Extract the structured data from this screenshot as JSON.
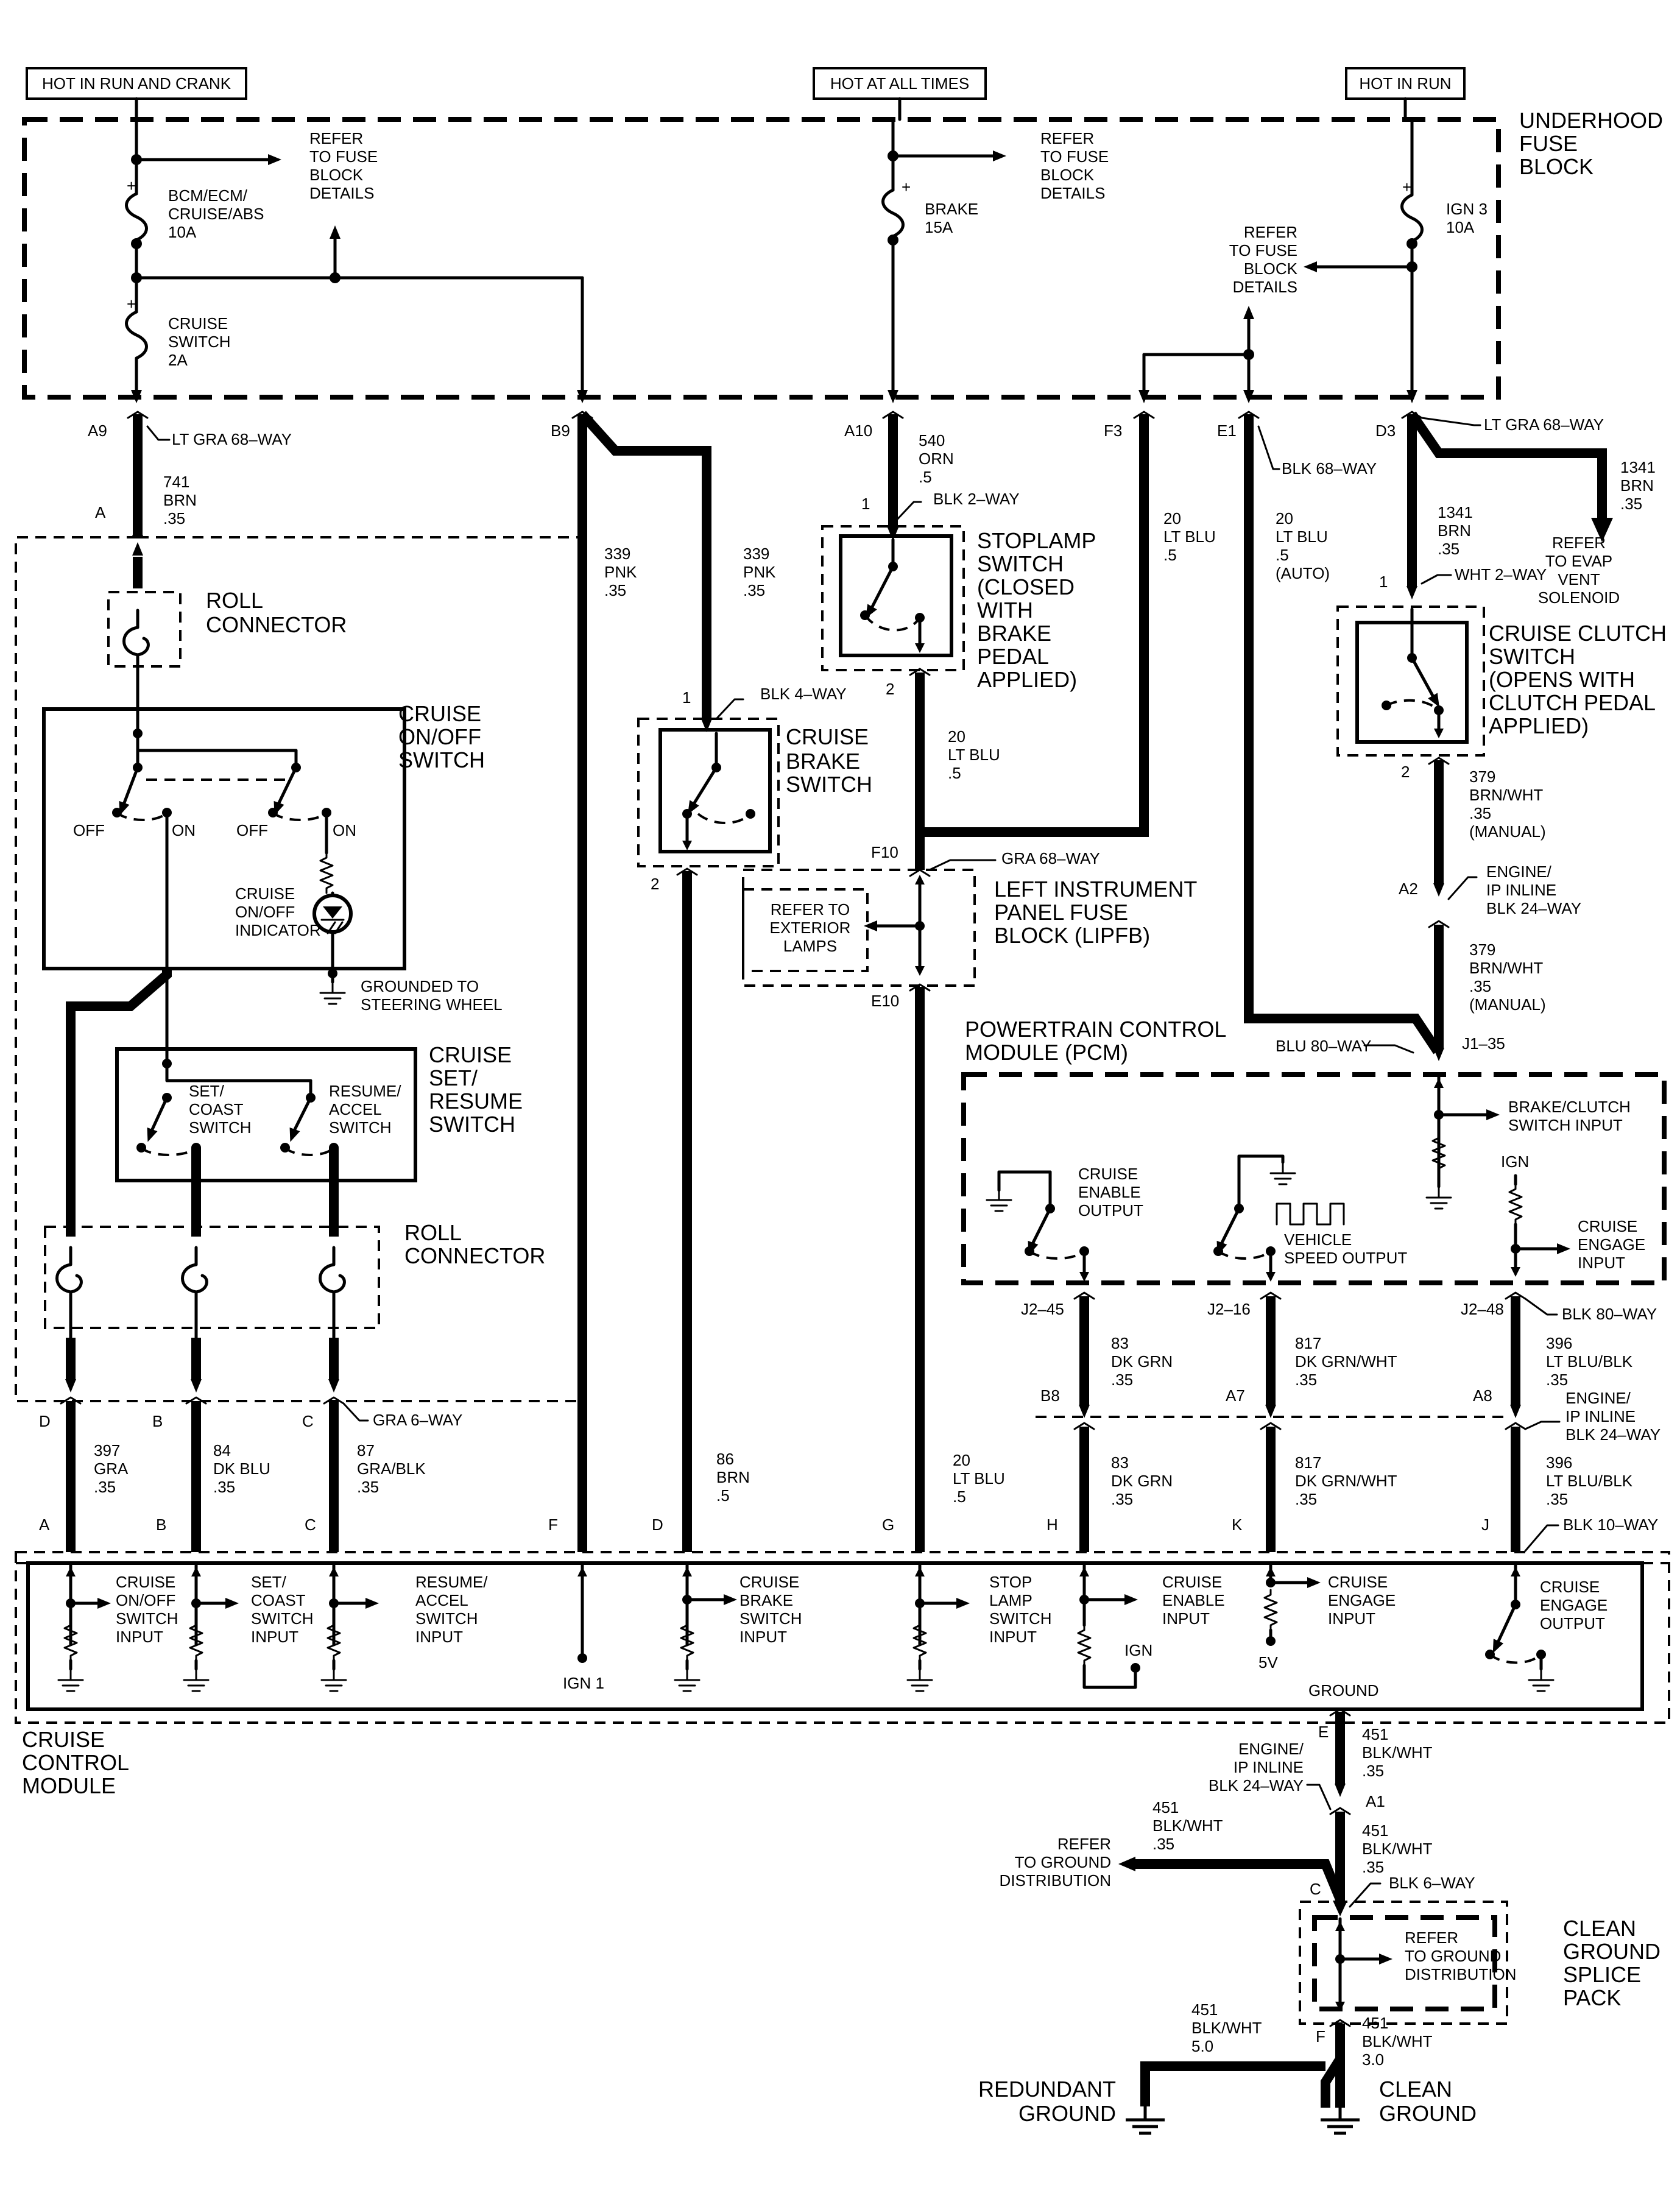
{
  "power": {
    "hot_run_crank": "HOT IN RUN AND CRANK",
    "hot_all_times": "HOT AT ALL TIMES",
    "hot_in_run": "HOT IN RUN"
  },
  "fuse_block": {
    "title": [
      "UNDERHOOD",
      "FUSE",
      "BLOCK"
    ],
    "fuse_bcm": [
      "BCM/ECM/",
      "CRUISE/ABS",
      "10A"
    ],
    "fuse_cruise": [
      "CRUISE",
      "SWITCH",
      "2A"
    ],
    "fuse_brake": [
      "BRAKE",
      "15A"
    ],
    "fuse_ign3": [
      "IGN 3",
      "10A"
    ],
    "refer_details": [
      "REFER",
      "TO FUSE",
      "BLOCK",
      "DETAILS"
    ],
    "plus": "+"
  },
  "top_pins": {
    "a9": "A9",
    "b9": "B9",
    "a10": "A10",
    "f3": "F3",
    "e1": "E1",
    "d3": "D3",
    "conn_lt_gra_left": "LT GRA 68–WAY",
    "conn_blk_68": "BLK 68–WAY",
    "conn_lt_gra_right": "LT GRA 68–WAY"
  },
  "wires": {
    "w741": [
      "741",
      "BRN",
      ".35"
    ],
    "w339a": [
      "339",
      "PNK",
      ".35"
    ],
    "w339b": [
      "339",
      "PNK",
      ".35"
    ],
    "w540": [
      "540",
      "ORN",
      ".5"
    ],
    "w20a": [
      "20",
      "LT BLU",
      ".5"
    ],
    "w20b": [
      "20",
      "LT BLU",
      ".5",
      "(AUTO)"
    ],
    "w1341a": [
      "1341",
      "BRN",
      ".35"
    ],
    "w1341b": [
      "1341",
      "BRN",
      ".35"
    ],
    "w20c": [
      "20",
      "LT BLU",
      ".5"
    ],
    "w379a": [
      "379",
      "BRN/WHT",
      ".35",
      "(MANUAL)"
    ],
    "w379b": [
      "379",
      "BRN/WHT",
      ".35",
      "(MANUAL)"
    ],
    "w83a": [
      "83",
      "DK GRN",
      ".35"
    ],
    "w817a": [
      "817",
      "DK GRN/WHT",
      ".35"
    ],
    "w396a": [
      "396",
      "LT BLU/BLK",
      ".35"
    ],
    "w83b": [
      "83",
      "DK GRN",
      ".35"
    ],
    "w817b": [
      "817",
      "DK GRN/WHT",
      ".35"
    ],
    "w396b": [
      "396",
      "LT BLU/BLK",
      ".35"
    ],
    "w397": [
      "397",
      "GRA",
      ".35"
    ],
    "w84": [
      "84",
      "DK BLU",
      ".35"
    ],
    "w87": [
      "87",
      "GRA/BLK",
      ".35"
    ],
    "w86": [
      "86",
      "BRN",
      ".5"
    ],
    "w20d": [
      "20",
      "LT BLU",
      ".5"
    ],
    "w451a": [
      "451",
      "BLK/WHT",
      ".35"
    ],
    "w451b": [
      "451",
      "BLK/WHT",
      ".35"
    ],
    "w451c": [
      "451",
      "BLK/WHT",
      ".35"
    ],
    "w451d": [
      "451",
      "BLK/WHT",
      "5.0"
    ],
    "w451e": [
      "451",
      "BLK/WHT",
      "3.0"
    ]
  },
  "components": {
    "roll_connector": [
      "ROLL",
      "CONNECTOR"
    ],
    "cruise_onoff": [
      "CRUISE",
      "ON/OFF",
      "SWITCH"
    ],
    "cruise_set": [
      "CRUISE",
      "SET/",
      "RESUME",
      "SWITCH"
    ],
    "roll_connector2": [
      "ROLL",
      "CONNECTOR"
    ],
    "cruise_brake": [
      "CRUISE",
      "BRAKE",
      "SWITCH"
    ],
    "stoplamp": [
      "STOPLAMP",
      "SWITCH",
      "(CLOSED",
      "WITH",
      "BRAKE",
      "PEDAL",
      "APPLIED)"
    ],
    "cruise_clutch": [
      "CRUISE CLUTCH",
      "SWITCH",
      "(OPENS WITH",
      "CLUTCH PEDAL",
      "APPLIED)"
    ],
    "lipfb": [
      "LEFT INSTRUMENT",
      "PANEL FUSE",
      "BLOCK (LIPFB)"
    ],
    "pcm": [
      "POWERTRAIN CONTROL",
      "MODULE (PCM)"
    ],
    "ccm": [
      "CRUISE",
      "CONTROL",
      "MODULE"
    ],
    "clean_splice": [
      "CLEAN",
      "GROUND",
      "SPLICE",
      "PACK"
    ],
    "redundant_ground": [
      "REDUNDANT",
      "GROUND"
    ],
    "clean_ground": [
      "CLEAN",
      "GROUND"
    ]
  },
  "labels": {
    "off1": "OFF",
    "on1": "ON",
    "off2": "OFF",
    "on2": "ON",
    "indicator": [
      "CRUISE",
      "ON/OFF",
      "INDICATOR"
    ],
    "grounded": [
      "GROUNDED TO",
      "STEERING WHEEL"
    ],
    "set_coast": [
      "SET/",
      "COAST",
      "SWITCH"
    ],
    "resume_accel": [
      "RESUME/",
      "ACCEL",
      "SWITCH"
    ],
    "pin_a": "A",
    "pin_1a": "1",
    "pin_2a": "2",
    "pin_1b": "1",
    "pin_2b": "2",
    "pin_1c": "1",
    "pin_2c": "2",
    "blk_2way": "BLK 2–WAY",
    "blk_4way": "BLK 4–WAY",
    "wht_2way": "WHT 2–WAY",
    "f10": "F10",
    "e10": "E10",
    "gra_68way": "GRA 68–WAY",
    "refer_ext": [
      "REFER TO",
      "EXTERIOR",
      "LAMPS"
    ],
    "a2": "A2",
    "engine_ip_a2": [
      "ENGINE/",
      "IP INLINE",
      "BLK 24–WAY"
    ],
    "j1_35": "J1–35",
    "blu_80way": "BLU 80–WAY",
    "refer_evap": [
      "REFER",
      "TO EVAP",
      "VENT",
      "SOLENOID"
    ],
    "brake_clutch_input": [
      "BRAKE/CLUTCH",
      "SWITCH INPUT"
    ],
    "ign_pcm": "IGN",
    "cruise_enable_output": [
      "CRUISE",
      "ENABLE",
      "OUTPUT"
    ],
    "vehicle_speed_output": [
      "VEHICLE",
      "SPEED OUTPUT"
    ],
    "cruise_engage_input_pcm": [
      "CRUISE",
      "ENGAGE",
      "INPUT"
    ],
    "j2_45": "J2–45",
    "j2_16": "J2–16",
    "j2_48": "J2–48",
    "blk_80way": "BLK 80–WAY",
    "b8": "B8",
    "a7": "A7",
    "a8": "A8",
    "engine_ip_a8": [
      "ENGINE/",
      "IP INLINE",
      "BLK 24–WAY"
    ],
    "pin_d": "D",
    "pin_b": "B",
    "pin_c": "C",
    "gra_6way": "GRA 6–WAY",
    "cc_a": "A",
    "cc_b": "B",
    "cc_c": "C",
    "cc_f": "F",
    "cc_d": "D",
    "cc_g": "G",
    "cc_h": "H",
    "cc_k": "K",
    "cc_j": "J",
    "blk_10way": "BLK 10–WAY",
    "m_onoff": [
      "CRUISE",
      "ON/OFF",
      "SWITCH",
      "INPUT"
    ],
    "m_setcoast": [
      "SET/",
      "COAST",
      "SWITCH",
      "INPUT"
    ],
    "m_resume": [
      "RESUME/",
      "ACCEL",
      "SWITCH",
      "INPUT"
    ],
    "m_ign1": "IGN 1",
    "m_brake": [
      "CRUISE",
      "BRAKE",
      "SWITCH",
      "INPUT"
    ],
    "m_stop": [
      "STOP",
      "LAMP",
      "SWITCH",
      "INPUT"
    ],
    "m_enable": [
      "CRUISE",
      "ENABLE",
      "INPUT"
    ],
    "m_ign": "IGN",
    "m_engage_in": [
      "CRUISE",
      "ENGAGE",
      "INPUT"
    ],
    "m_5v": "5V",
    "m_engage_out": [
      "CRUISE",
      "ENGAGE",
      "OUTPUT"
    ],
    "m_ground": "GROUND",
    "g_e": "E",
    "g_a1": "A1",
    "g_c": "C",
    "g_f": "F",
    "g_engine_ip": [
      "ENGINE/",
      "IP INLINE",
      "BLK 24–WAY"
    ],
    "g_blk_6way": "BLK 6–WAY",
    "refer_ground1": [
      "REFER",
      "TO GROUND",
      "DISTRIBUTION"
    ],
    "refer_ground2": [
      "REFER",
      "TO GROUND",
      "DISTRIBUTION"
    ]
  }
}
